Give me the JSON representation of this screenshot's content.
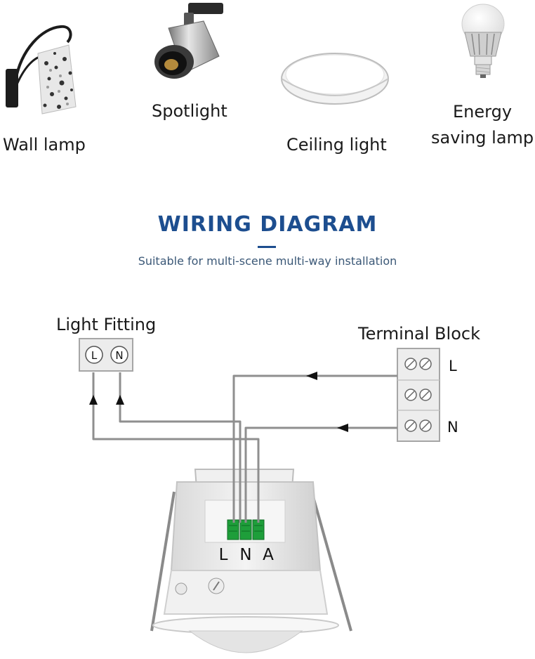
{
  "products": {
    "wall_lamp": "Wall lamp",
    "spotlight": "Spotlight",
    "ceiling_light": "Ceiling light",
    "energy_line1": "Energy",
    "energy_line2": "saving lamp"
  },
  "heading": {
    "title": "WIRING DIAGRAM",
    "subtitle": "Suitable for multi-scene multi-way installation"
  },
  "diagram": {
    "light_fitting_label": "Light Fitting",
    "fitting_terminal_l": "L",
    "fitting_terminal_n": "N",
    "terminal_block_label": "Terminal Block",
    "block_l": "L",
    "block_n": "N",
    "sensor_terminal_l": "L",
    "sensor_terminal_n": "N",
    "sensor_terminal_a": "A"
  },
  "colors": {
    "title": "#1d4e8f",
    "wire": "#8f8f8f",
    "terminal_green": "#1e9e3a"
  }
}
